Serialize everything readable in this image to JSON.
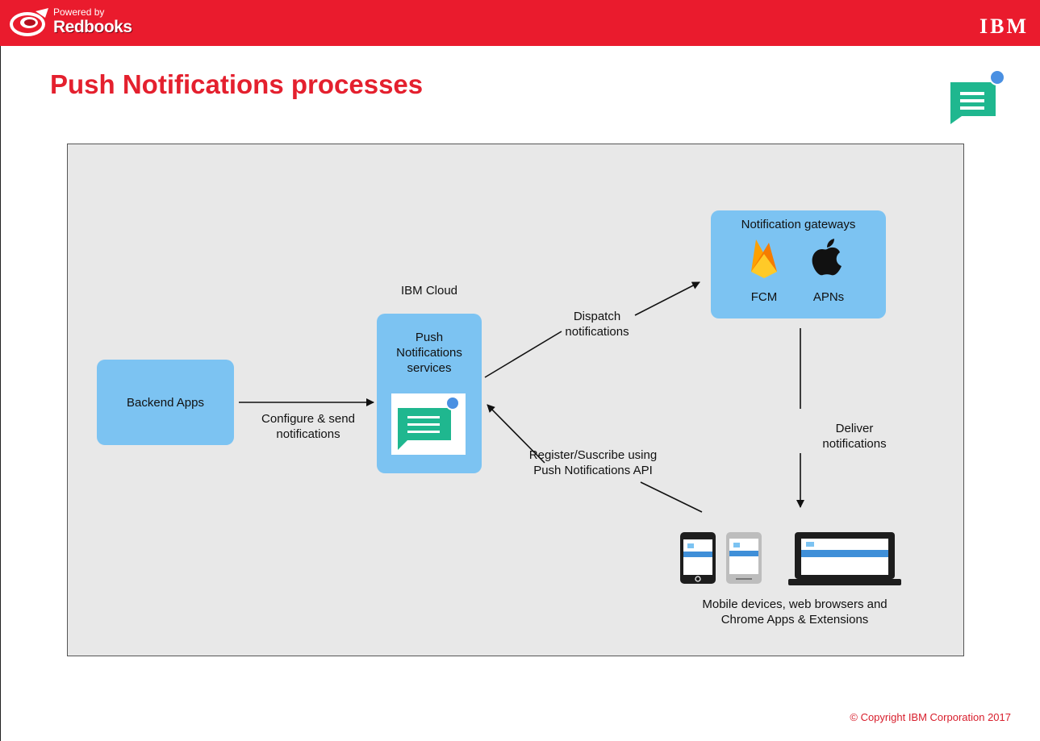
{
  "header": {
    "logo_powered": "Powered by",
    "logo_name": "Redbooks",
    "brand": "IBM"
  },
  "title": "Push Notifications processes",
  "diagram": {
    "backend_apps": "Backend Apps",
    "ibm_cloud_label": "IBM Cloud",
    "push_service": [
      "Push",
      "Notifications",
      "services"
    ],
    "gateways": {
      "title": "Notification gateways",
      "fcm": "FCM",
      "apns": "APNs"
    },
    "edges": {
      "configure_send": [
        "Configure & send",
        "notifications"
      ],
      "dispatch": [
        "Dispatch",
        "notifications"
      ],
      "register": [
        "Register/Suscribe using",
        "Push Notifications API"
      ],
      "deliver": [
        "Deliver",
        "notifications"
      ]
    },
    "devices_caption": [
      "Mobile devices, web browsers and",
      "Chrome Apps & Extensions"
    ]
  },
  "footer": {
    "copyright": "© Copyright IBM Corporation 2017"
  },
  "colors": {
    "header_red": "#ea1b2d",
    "title_red": "#e4202e",
    "node_blue": "#7cc3f2",
    "icon_green": "#1fb78f",
    "diagram_bg": "#e8e8e8"
  }
}
